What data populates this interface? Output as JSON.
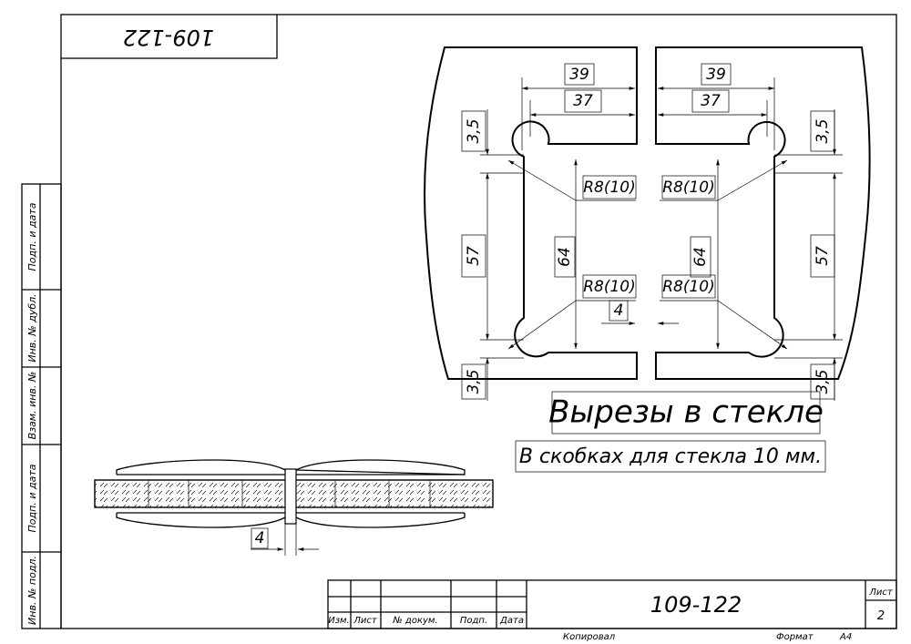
{
  "stamp_code_rotated": "109-122",
  "dimensions": {
    "d39": "39",
    "d37": "37",
    "d35": "3,5",
    "d57": "57",
    "d64": "64",
    "radius": "R8(10)",
    "gap": "4"
  },
  "captions": {
    "title": "Вырезы в стекле",
    "subtitle": "В скобках для стекла 10 мм."
  },
  "side_stamp": [
    "Инв. № подл.",
    "Подп. и дата",
    "Взам. инв. №",
    "Инв. № дубл.",
    "Подп. и дата"
  ],
  "title_block": {
    "code": "109-122",
    "columns": [
      "Изм.",
      "Лист",
      "№ докум.",
      "Подп.",
      "Дата"
    ],
    "sheet_label": "Лист",
    "sheet_number": "2",
    "copied_label": "Копировал",
    "format_label": "Формат",
    "format_value": "А4"
  }
}
